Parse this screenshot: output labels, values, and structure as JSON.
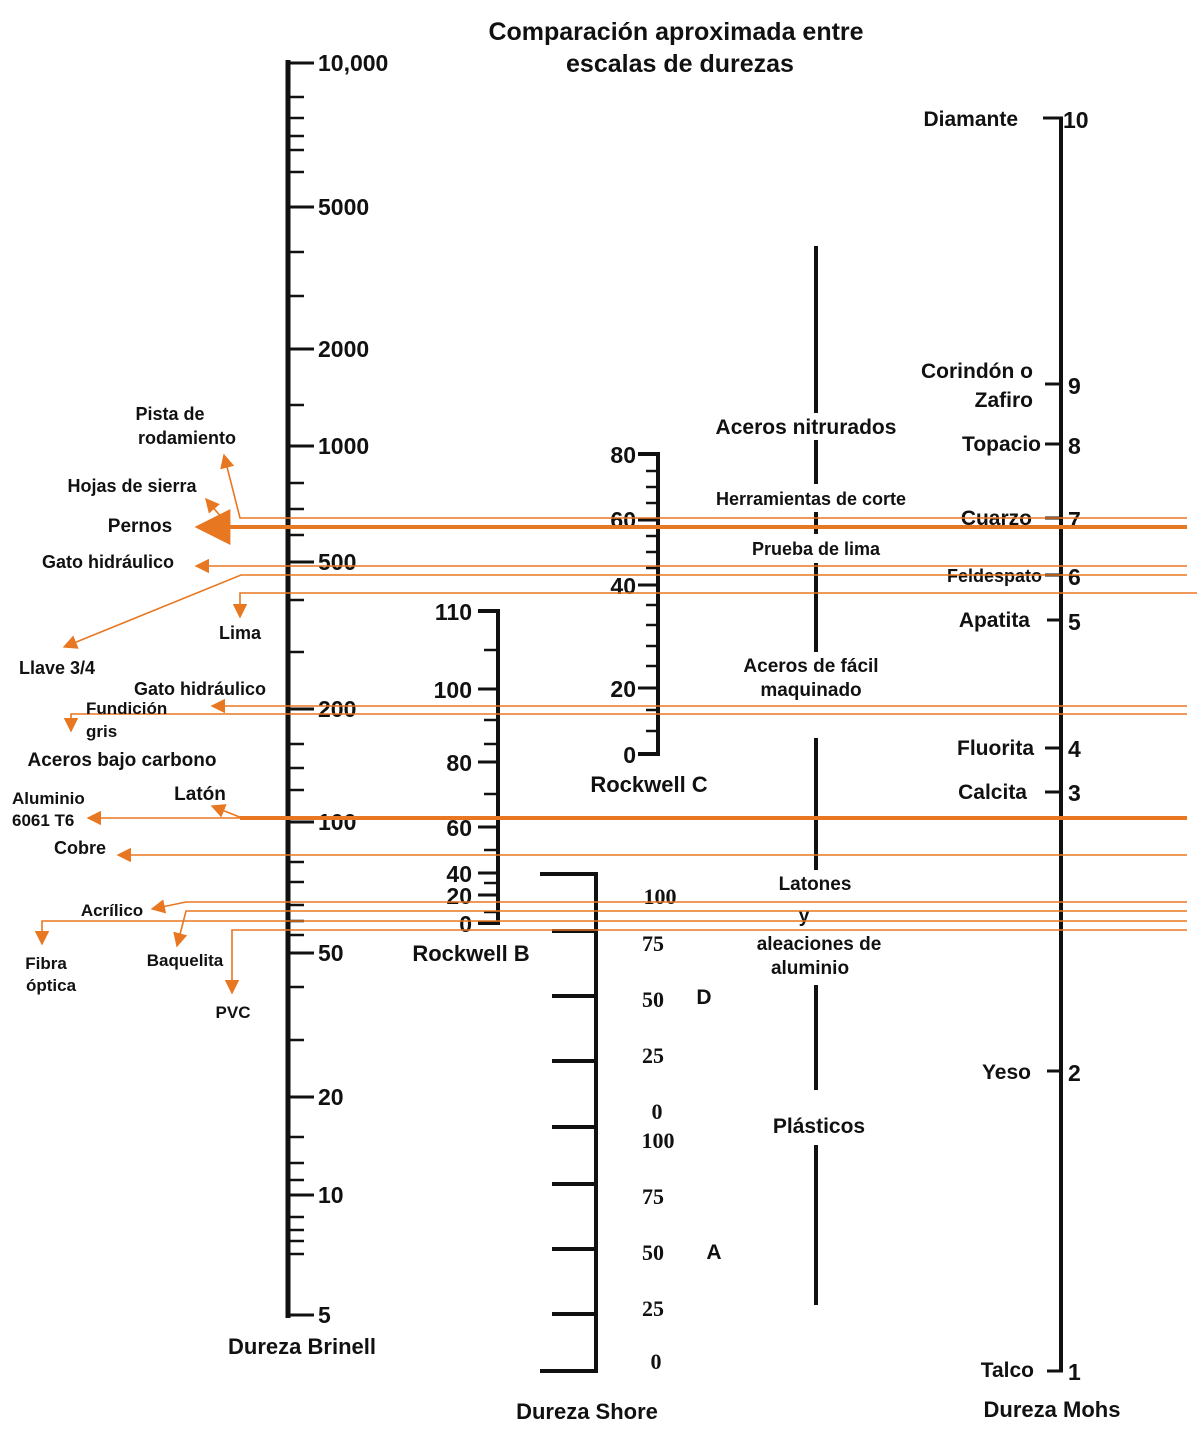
{
  "title": {
    "line1": "Comparación aproximada entre",
    "line2": "escalas de durezas"
  },
  "colors": {
    "orange": "#E87722",
    "ink": "#111111"
  },
  "brinell": {
    "label": "Dureza Brinell",
    "ticks": [
      "10,000",
      "5000",
      "2000",
      "1000",
      "500",
      "200",
      "100",
      "50",
      "20",
      "10",
      "5"
    ]
  },
  "rockwell_b": {
    "label": "Rockwell B",
    "ticks": [
      "110",
      "100",
      "80",
      "60",
      "40",
      "20",
      "0"
    ]
  },
  "rockwell_c": {
    "label": "Rockwell C",
    "ticks": [
      "80",
      "60",
      "40",
      "20",
      "0"
    ]
  },
  "shore": {
    "label": "Dureza Shore",
    "d_label": "D",
    "a_label": "A",
    "d_ticks": [
      "100",
      "75",
      "50",
      "25",
      "0"
    ],
    "a_ticks": [
      "100",
      "75",
      "50",
      "25",
      "0"
    ]
  },
  "mohs": {
    "label": "Dureza Mohs",
    "minerals": [
      {
        "name": "Diamante",
        "value": "10"
      },
      {
        "name": "Corindón o",
        "name2": "Zafiro",
        "value": "9"
      },
      {
        "name": "Topacio",
        "value": "8"
      },
      {
        "name": "Cuarzo",
        "value": "7"
      },
      {
        "name": "Feldespato",
        "value": "6"
      },
      {
        "name": "Apatita",
        "value": "5"
      },
      {
        "name": "Fluorita",
        "value": "4"
      },
      {
        "name": "Calcita",
        "value": "3"
      },
      {
        "name": "Yeso",
        "value": "2"
      },
      {
        "name": "Talco",
        "value": "1"
      }
    ]
  },
  "materials": {
    "nitrurados": "Aceros nitrurados",
    "corte": "Herramientas de corte",
    "lima": "Prueba de lima",
    "facil1": "Aceros de fácil",
    "facil2": "maquinado",
    "latones1": "Latones",
    "latones2": "y",
    "latones3": "aleaciones de",
    "latones4": "aluminio",
    "plasticos": "Plásticos"
  },
  "annotations": {
    "pista1": "Pista de",
    "pista2": "rodamiento",
    "hojas": "Hojas de sierra",
    "pernos": "Pernos",
    "gato1": "Gato hidráulico",
    "llave": "Llave 3/4",
    "lima": "Lima",
    "gato2": "Gato hidráulico",
    "fundicion1": "Fundición",
    "fundicion2": "gris",
    "aceros_bajo": "Aceros bajo carbono",
    "aluminio1": "Aluminio",
    "aluminio2": "6061 T6",
    "laton": "Latón",
    "cobre": "Cobre",
    "acrilico": "Acrílico",
    "baquelita": "Baquelita",
    "fibra1": "Fibra",
    "fibra2": "óptica",
    "pvc": "PVC"
  }
}
